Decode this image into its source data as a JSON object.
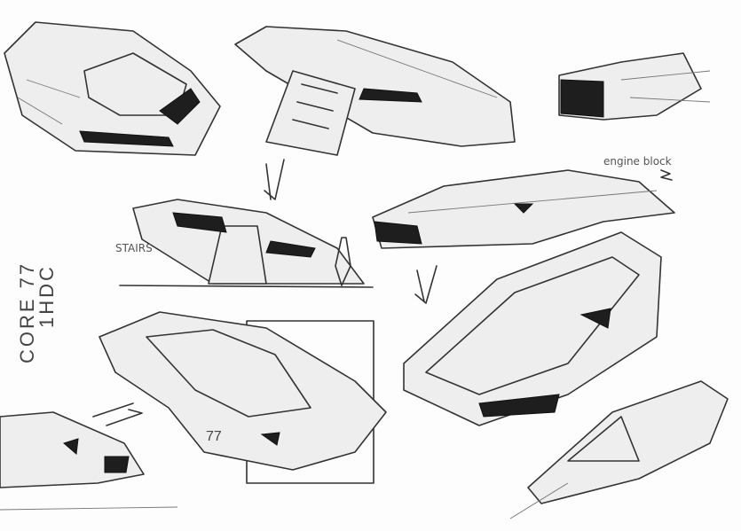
{
  "title_text": "CORE 77",
  "subtitle_text": "1HDC",
  "annotations": {
    "engine_block": "engine block",
    "stairs": "STAIRS",
    "vehicle_number": "77"
  },
  "colors": {
    "paper": "#fdfdfd",
    "pencil": "#333333",
    "shade": "#1e1e1e"
  }
}
